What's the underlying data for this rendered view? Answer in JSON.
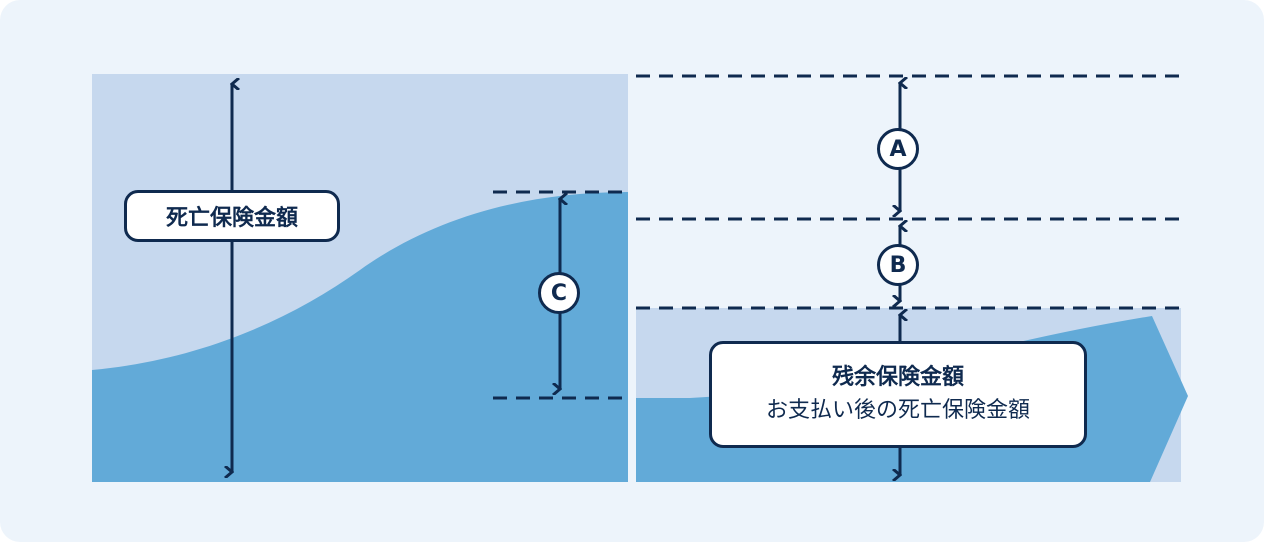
{
  "labels": {
    "death_benefit": "死亡保険金額",
    "residual_title": "残余保険金額",
    "residual_sub": "お支払い後の死亡保険金額",
    "marker_a": "A",
    "marker_b": "B",
    "marker_c": "C"
  },
  "colors": {
    "background": "#edf4fb",
    "light_blue": "#c6d8ee",
    "medium_blue": "#62aad8",
    "navy": "#0f2a4f"
  }
}
